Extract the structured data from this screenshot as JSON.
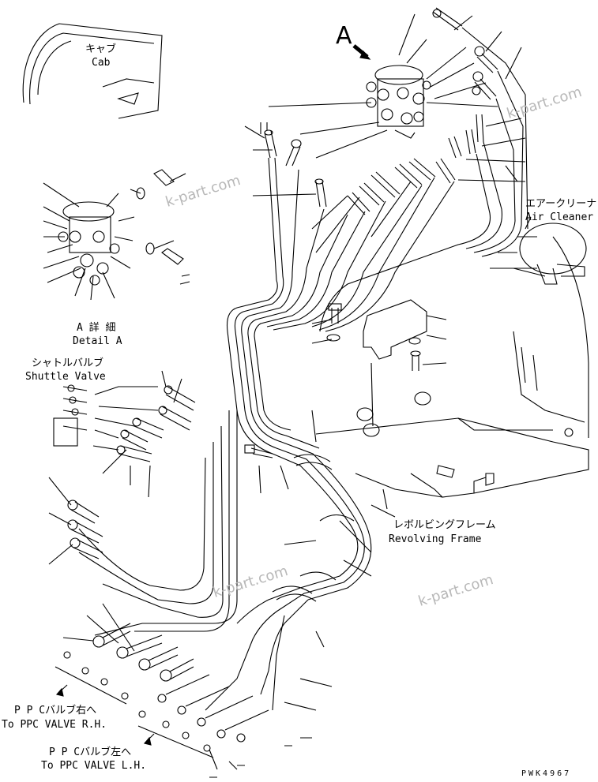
{
  "labels": {
    "view_marker": "A",
    "cab_jp": "キャブ",
    "cab_en": "Cab",
    "detail_jp": "A 詳 細",
    "detail_en": "Detail A",
    "shuttle_jp": "シャトルバルブ",
    "shuttle_en": "Shuttle Valve",
    "air_cleaner_jp": "エアークリーナ",
    "air_cleaner_en": "Air Cleaner",
    "revolving_jp": "レボルビングフレーム",
    "revolving_en": "Revolving Frame",
    "ppc_rh_jp": "P P Cバルブ右へ",
    "ppc_rh_en": "To PPC VALVE R.H.",
    "ppc_lh_jp": "P P Cバルブ左へ",
    "ppc_lh_en": "To PPC VALVE L.H.",
    "drawing_code": "PWK4967"
  },
  "watermarks": [
    "k-part.com",
    "k-part.com",
    "k-part.com",
    "k-part.com"
  ]
}
